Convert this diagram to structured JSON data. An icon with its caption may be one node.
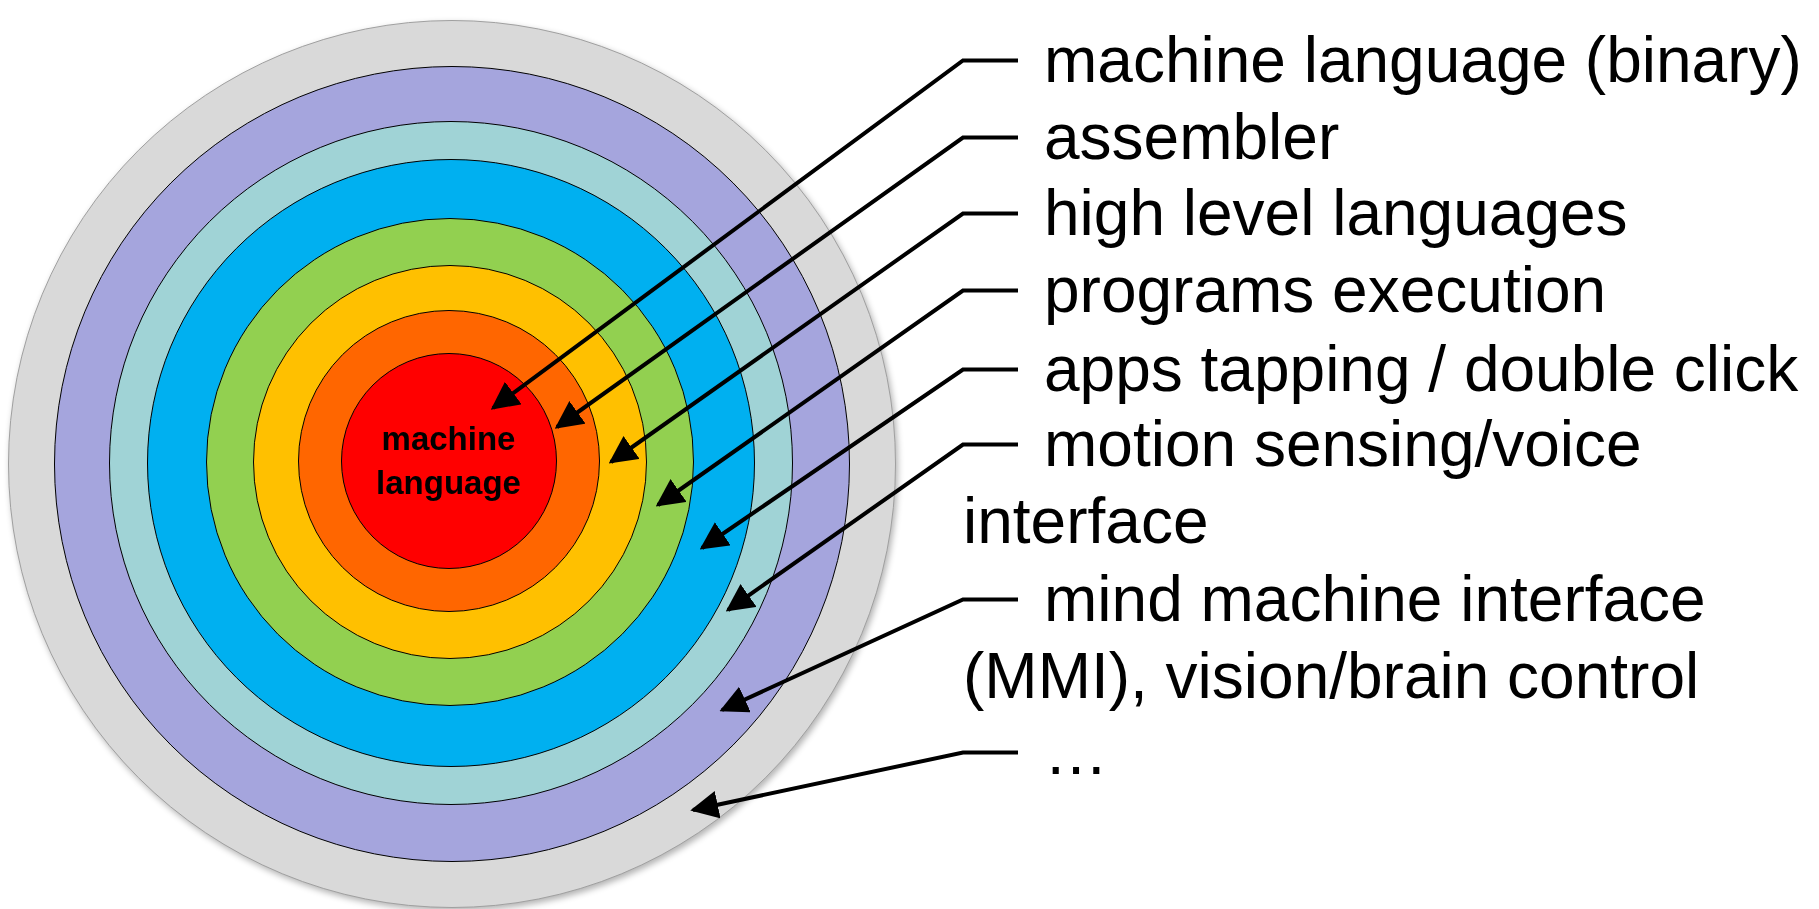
{
  "diagram": {
    "nodes": [
      {
        "text": [],
        "shape": "circle"
      },
      {
        "text": [],
        "shape": "circle",
        "in": 0
      },
      {
        "text": [],
        "shape": "circle",
        "in": 1
      },
      {
        "text": [],
        "shape": "circle",
        "in": 2
      },
      {
        "text": [],
        "shape": "circle",
        "in": 3
      },
      {
        "text": [],
        "shape": "circle",
        "in": 4
      },
      {
        "text": [],
        "shape": "circle",
        "in": 5
      },
      {
        "text": [
          "machine language"
        ],
        "in": 6
      },
      {
        "text": [
          "machine language (binary)"
        ]
      },
      {
        "text": [
          "assembler"
        ]
      },
      {
        "text": [
          "high level languages"
        ]
      },
      {
        "text": [
          "programs execution"
        ]
      },
      {
        "text": [
          "apps tapping / double click"
        ]
      },
      {
        "text": [
          "motion sensing/voice interface"
        ]
      },
      {
        "text": [
          "mind machine interface (MMI), vision/brain control"
        ]
      },
      {
        "text": [
          "…"
        ]
      }
    ],
    "edges": [
      {
        "from": 8,
        "to": 7,
        "arrow": "to"
      },
      {
        "from": 9,
        "to": 6,
        "arrow": "to"
      },
      {
        "from": 10,
        "to": 5,
        "arrow": "to"
      },
      {
        "from": 11,
        "to": 4,
        "arrow": "to"
      },
      {
        "from": 12,
        "to": 3,
        "arrow": "to"
      },
      {
        "from": 13,
        "to": 2,
        "arrow": "to"
      },
      {
        "from": 14,
        "to": 1,
        "arrow": "to"
      },
      {
        "from": 15,
        "to": 0,
        "arrow": "to"
      }
    ]
  }
}
